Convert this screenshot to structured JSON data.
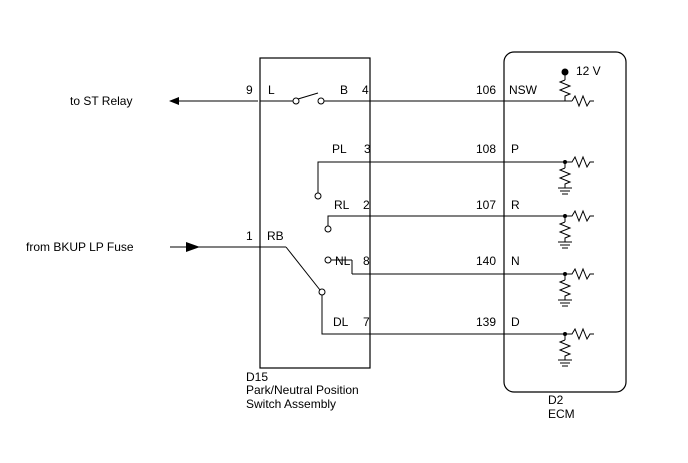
{
  "inputs": {
    "st_relay": "to ST Relay",
    "bkup_fuse": "from BKUP LP Fuse"
  },
  "switch": {
    "id": "D15",
    "name_line1": "Park/Neutral Position",
    "name_line2": "Switch Assembly",
    "pins": {
      "p9": "9",
      "L": "L",
      "B": "B",
      "p4": "4",
      "PL": "PL",
      "p3": "3",
      "RL": "RL",
      "p2": "2",
      "p1": "1",
      "RB": "RB",
      "NL": "NL",
      "p8": "8",
      "DL": "DL",
      "p7": "7"
    }
  },
  "ecm": {
    "id": "D2",
    "name": "ECM",
    "supply": "12 V",
    "pins": {
      "p106": "106",
      "NSW": "NSW",
      "p108": "108",
      "P": "P",
      "p107": "107",
      "R": "R",
      "p140": "140",
      "N": "N",
      "p139": "139",
      "D": "D"
    }
  }
}
